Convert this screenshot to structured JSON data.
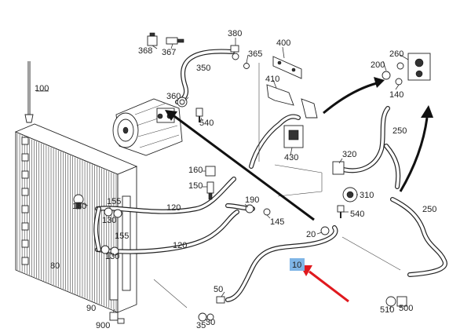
{
  "labels": {
    "l10": "10",
    "l20": "20",
    "l30": "30",
    "l35": "35",
    "l50": "50",
    "l80": "80",
    "l90": "90",
    "l100": "100",
    "l120a": "120",
    "l120b": "120",
    "l130a": "130",
    "l130b": "130",
    "l140": "140",
    "l145": "145",
    "l150": "150",
    "l155a": "155",
    "l155b": "155",
    "l160": "160",
    "l180": "180",
    "l190": "190",
    "l200": "200",
    "l250a": "250",
    "l250b": "250",
    "l260": "260",
    "l310": "310",
    "l320": "320",
    "l350": "350",
    "l360": "360",
    "l365": "365",
    "l367": "367",
    "l368": "368",
    "l380": "380",
    "l400": "400",
    "l410": "410",
    "l430": "430",
    "l500": "500",
    "l510": "510",
    "l540a": "540",
    "l540b": "540",
    "l900": "900"
  },
  "highlight": {
    "part": "10",
    "color": "#7fb5e6"
  },
  "colors": {
    "arrow": "#e0191e",
    "line": "#222222"
  }
}
